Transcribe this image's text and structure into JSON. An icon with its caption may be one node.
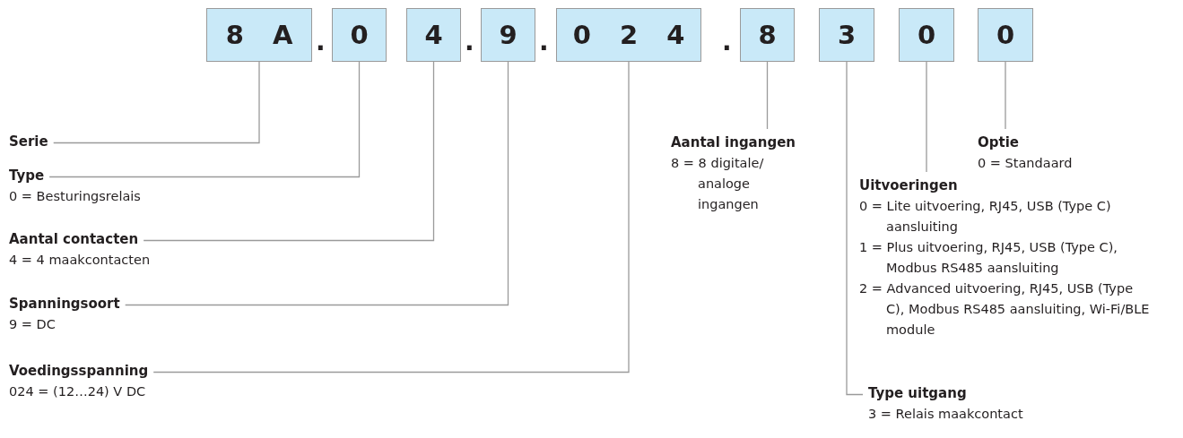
{
  "diagram": {
    "nodes": [
      {
        "text": [
          "8 A"
        ]
      },
      {
        "text": [
          "0"
        ]
      },
      {
        "text": [
          "4"
        ]
      },
      {
        "text": [
          "9"
        ]
      },
      {
        "text": [
          "0 2 4"
        ]
      },
      {
        "text": [
          "8"
        ]
      },
      {
        "text": [
          "3"
        ]
      },
      {
        "text": [
          "0"
        ]
      },
      {
        "text": [
          "0"
        ]
      },
      {
        "text": [
          "Serie"
        ]
      },
      {
        "text": [
          "Type",
          "0 = Besturingsrelais"
        ]
      },
      {
        "text": [
          "Aantal contacten",
          "4 = 4 maakcontacten"
        ]
      },
      {
        "text": [
          "Spanningsoort",
          "9 = DC"
        ]
      },
      {
        "text": [
          "Voedingsspanning",
          "024 = (12…24) V DC"
        ]
      },
      {
        "text": [
          "Aantal ingangen",
          "8 = 8 digitale/ analoge ingangen"
        ]
      },
      {
        "text": [
          "Optie",
          "0 = Standaard"
        ]
      },
      {
        "text": [
          "Uitvoeringen",
          "0 = Lite uitvoering, RJ45, USB (Type C) aansluiting",
          "1 = Plus uitvoering, RJ45, USB (Type C), Modbus RS485 aansluiting",
          "2 = Advanced uitvoering, RJ45, USB (Type C), Modbus RS485 aansluiting, Wi-Fi/BLE module"
        ]
      },
      {
        "text": [
          "Type uitgang",
          "3 = Relais maakcontact"
        ]
      }
    ],
    "edges": [
      {
        "from": 9,
        "to": 0,
        "arrow": "none"
      },
      {
        "from": 10,
        "to": 1,
        "arrow": "none"
      },
      {
        "from": 11,
        "to": 2,
        "arrow": "none"
      },
      {
        "from": 12,
        "to": 3,
        "arrow": "none"
      },
      {
        "from": 13,
        "to": 4,
        "arrow": "none"
      },
      {
        "from": 14,
        "to": 5,
        "arrow": "none"
      },
      {
        "from": 17,
        "to": 6,
        "arrow": "none"
      },
      {
        "from": 16,
        "to": 7,
        "arrow": "none"
      },
      {
        "from": 15,
        "to": 8,
        "arrow": "none"
      }
    ],
    "labels": [
      ".",
      ".",
      ".",
      "."
    ]
  }
}
